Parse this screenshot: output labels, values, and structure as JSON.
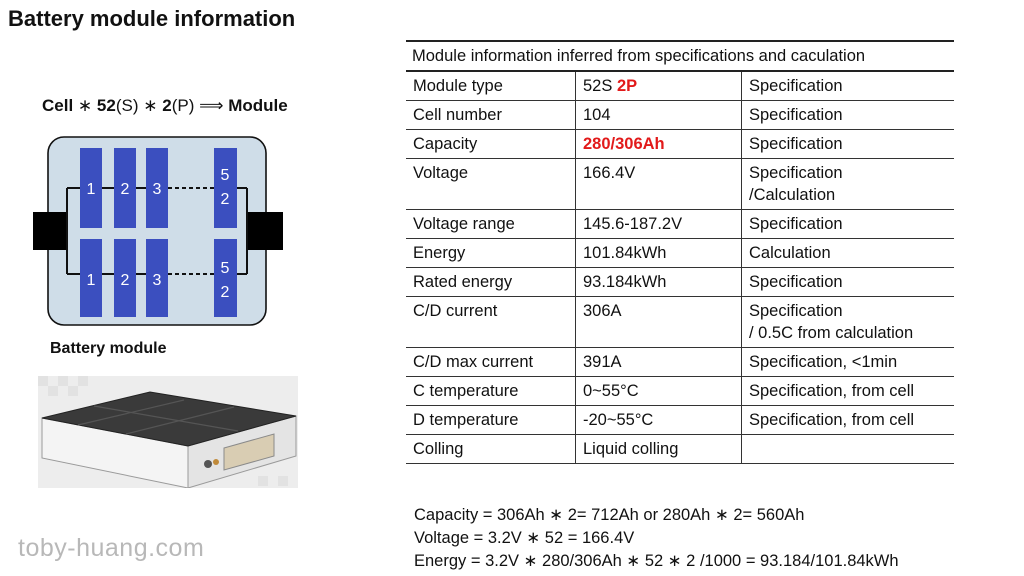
{
  "title": "Battery module information",
  "formula": {
    "cell": "Cell",
    "op1": "∗",
    "s_num": "52",
    "s_unit": "(S)",
    "op2": "∗",
    "p_num": "2",
    "p_unit": "(P)",
    "arrow": "⟹",
    "module": "Module"
  },
  "diagram": {
    "row1": [
      "1",
      "2",
      "3",
      "5\n2"
    ],
    "row2": [
      "1",
      "2",
      "3",
      "5\n2"
    ],
    "colors": {
      "cell": "#3b4fbf",
      "box": "#cfdde8",
      "terminal": "#000000"
    }
  },
  "battery_module_label": "Battery module",
  "watermark": "toby-huang.com",
  "table": {
    "header": "Module information inferred from specifications and caculation",
    "rows": [
      {
        "name": "Module type",
        "value": "52S",
        "value_red": "2P",
        "source": "Specification"
      },
      {
        "name": "Cell number",
        "value": "104",
        "source": "Specification"
      },
      {
        "name": "Capacity",
        "value": "",
        "value_red": "280/306Ah",
        "source": "Specification"
      },
      {
        "name": "Voltage",
        "value": "166.4V",
        "source": "Specification",
        "source2": "/Calculation"
      },
      {
        "name": "Voltage range",
        "value": "145.6-187.2V",
        "source": "Specification"
      },
      {
        "name": "Energy",
        "value": "101.84kWh",
        "source": "Calculation"
      },
      {
        "name": "Rated energy",
        "value": "93.184kWh",
        "source": "Specification"
      },
      {
        "name": "C/D current",
        "value": "306A",
        "source": "Specification",
        "source2": "/ 0.5C from calculation"
      },
      {
        "name": "C/D max current",
        "value": "391A",
        "source": "Specification, <1min"
      },
      {
        "name": "C temperature",
        "value": "0~55°C",
        "source": "Specification, from cell"
      },
      {
        "name": "D temperature",
        "value": "-20~55°C",
        "source": "Specification, from cell"
      },
      {
        "name": "Colling",
        "value": "Liquid colling",
        "source": ""
      }
    ]
  },
  "notes": [
    "Capacity = 306Ah ∗ 2= 712Ah or 280Ah ∗ 2= 560Ah",
    "Voltage = 3.2V ∗ 52 = 166.4V",
    "Energy = 3.2V ∗ 280/306Ah ∗ 52 ∗ 2 /1000 = 93.184/101.84kWh"
  ]
}
